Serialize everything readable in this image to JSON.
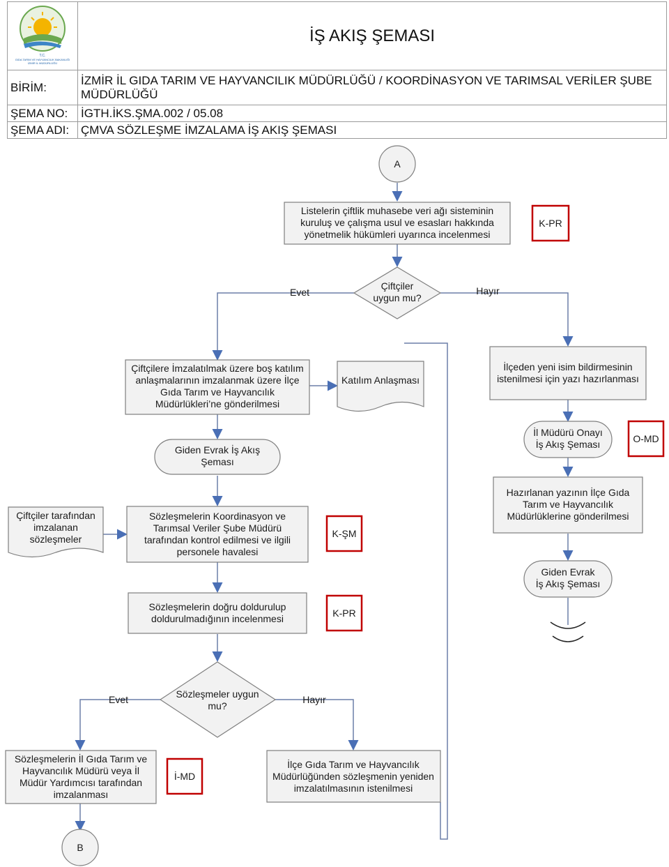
{
  "header": {
    "title": "İŞ AKIŞ ŞEMASI",
    "logo_text_lines": [
      "T.C.",
      "GIDA TARIM VE HAYVANCILIK BAKANLIĞI",
      "İZMİR İL MÜDÜRLÜĞÜ"
    ],
    "birim_label": "BİRİM:",
    "birim_value": "İZMİR İL GIDA TARIM VE HAYVANCILIK MÜDÜRLÜĞÜ / KOORDİNASYON VE TARIMSAL VERİLER ŞUBE MÜDÜRLÜĞÜ",
    "sema_no_label": "ŞEMA NO:",
    "sema_no_value": "İGTH.İKS.ŞMA.002 / 05.08",
    "sema_adi_label": "ŞEMA ADI:",
    "sema_adi_value": "ÇMVA SÖZLEŞME İMZALAMA İŞ AKIŞ ŞEMASI"
  },
  "flow": {
    "start_connector": "A",
    "end_connector": "B",
    "step1": [
      "Listelerin çiftlik muhasebe veri ağı sisteminin",
      "kuruluş ve çalışma usul ve esasları hakkında",
      "yönetmelik hükümleri uyarınca incelenmesi"
    ],
    "step1_tag": "K-PR",
    "decision1": [
      "Çiftçiler",
      "uygun mu?"
    ],
    "decision1_yes": "Evet",
    "decision1_no": "Hayır",
    "left_step": [
      "Çiftçilere İmzalatılmak üzere boş katılım",
      "anlaşmalarının imzalanmak üzere İlçe",
      "Gıda Tarım ve Hayvancılık",
      "Müdürlükleri’ne gönderilmesi"
    ],
    "left_doc": "Katılım Anlaşması",
    "left_terminal": [
      "Giden Evrak İş Akış",
      "Şeması"
    ],
    "right_step": [
      "İlçeden yeni isim bildirmesinin",
      "istenilmesi için yazı hazırlanması"
    ],
    "right_terminal1": [
      "İl Müdürü Onayı",
      "İş Akış Şeması"
    ],
    "right_tag": "O-MD",
    "right_step2": [
      "Hazırlanan yazının İlçe Gıda",
      "Tarım ve Hayvancılık",
      "Müdürlüklerine gönderilmesi"
    ],
    "right_terminal2": [
      "Giden Evrak",
      "İş Akış Şeması"
    ],
    "farmer_doc": [
      "Çiftçiler tarafından",
      "imzalanan",
      "sözleşmeler"
    ],
    "review_step": [
      "Sözleşmelerin Koordinasyon ve",
      "Tarımsal Veriler  Şube Müdürü",
      "tarafından kontrol edilmesi ve ilgili",
      "personele havalesi"
    ],
    "review_tag": "K-ŞM",
    "check_step": [
      "Sözleşmelerin doğru doldurulup",
      "doldurulmadığının incelenmesi"
    ],
    "check_tag": "K-PR",
    "decision2": [
      "Sözleşmeler uygun",
      "mu?"
    ],
    "decision2_yes": "Evet",
    "decision2_no": "Hayır",
    "sign_step": [
      "Sözleşmelerin İl Gıda Tarım ve",
      "Hayvancılık Müdürü veya İl",
      "Müdür Yardımcısı tarafından",
      "imzalanması"
    ],
    "sign_tag": "İ-MD",
    "resign_step": [
      "İlçe Gıda Tarım ve Hayvancılık",
      "Müdürlüğünden sözleşmenin yeniden",
      "imzalatılmasının istenilmesi"
    ]
  },
  "colors": {
    "box_fill": "#f2f2f2",
    "box_stroke": "#7f7f7f",
    "tag_border": "#c00000",
    "arrow": "#4a6fb5"
  }
}
